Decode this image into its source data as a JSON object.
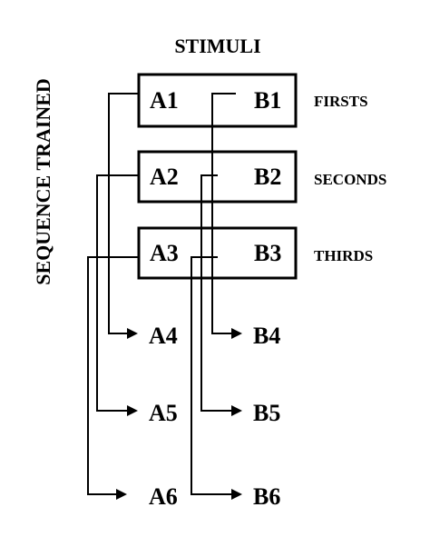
{
  "diagram": {
    "title": "STIMULI",
    "side_label": "SEQUENCE TRAINED",
    "rows": [
      {
        "a": "A1",
        "b": "B1",
        "label": "FIRSTS"
      },
      {
        "a": "A2",
        "b": "B2",
        "label": "SECONDS"
      },
      {
        "a": "A3",
        "b": "B3",
        "label": "THIRDS"
      }
    ],
    "outputs": [
      {
        "a": "A4",
        "b": "B4"
      },
      {
        "a": "A5",
        "b": "B5"
      },
      {
        "a": "A6",
        "b": "B6"
      }
    ]
  }
}
